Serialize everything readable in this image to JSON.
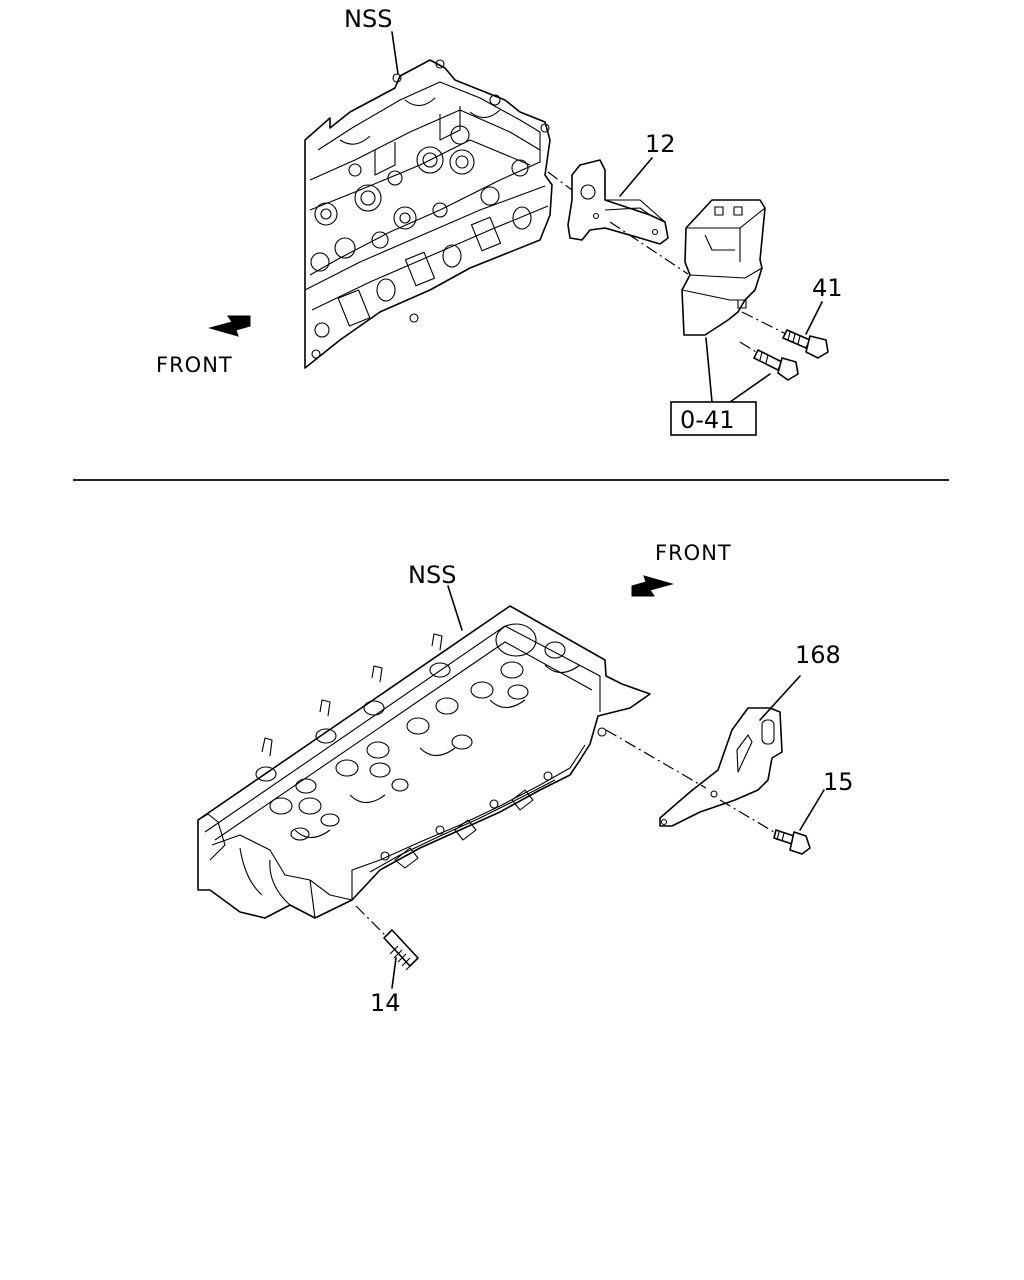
{
  "labels": {
    "nss_top": "NSS",
    "part_12": "12",
    "part_41": "41",
    "ref_box": "0-41",
    "front_top": "FRONT",
    "nss_bottom": "NSS",
    "front_bottom": "FRONT",
    "part_168": "168",
    "part_15": "15",
    "part_14": "14"
  }
}
